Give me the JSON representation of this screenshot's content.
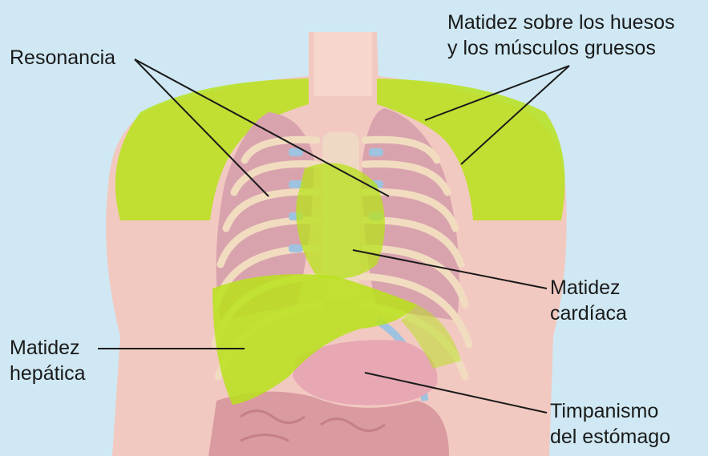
{
  "labels": {
    "resonancia": "Resonancia",
    "matidez_huesos_line1": "Matidez sobre los huesos",
    "matidez_huesos_line2": "y los músculos gruesos",
    "matidez_cardiaca_line1": "Matidez",
    "matidez_cardiaca_line2": "cardíaca",
    "matidez_hepatica_line1": "Matidez",
    "matidez_hepatica_line2": "hepática",
    "timpanismo_line1": "Timpanismo",
    "timpanismo_line2": "del estómago"
  },
  "colors": {
    "background": "#cfe8f3",
    "skin": "#f2c9c0",
    "dullness_overlay": "#b8e21a",
    "rib": "#f1dcc0",
    "lung": "#d9a3ae",
    "cartilage": "#9ec3e0",
    "stomach": "#e7a8b4",
    "intestine": "#d99aa0"
  }
}
